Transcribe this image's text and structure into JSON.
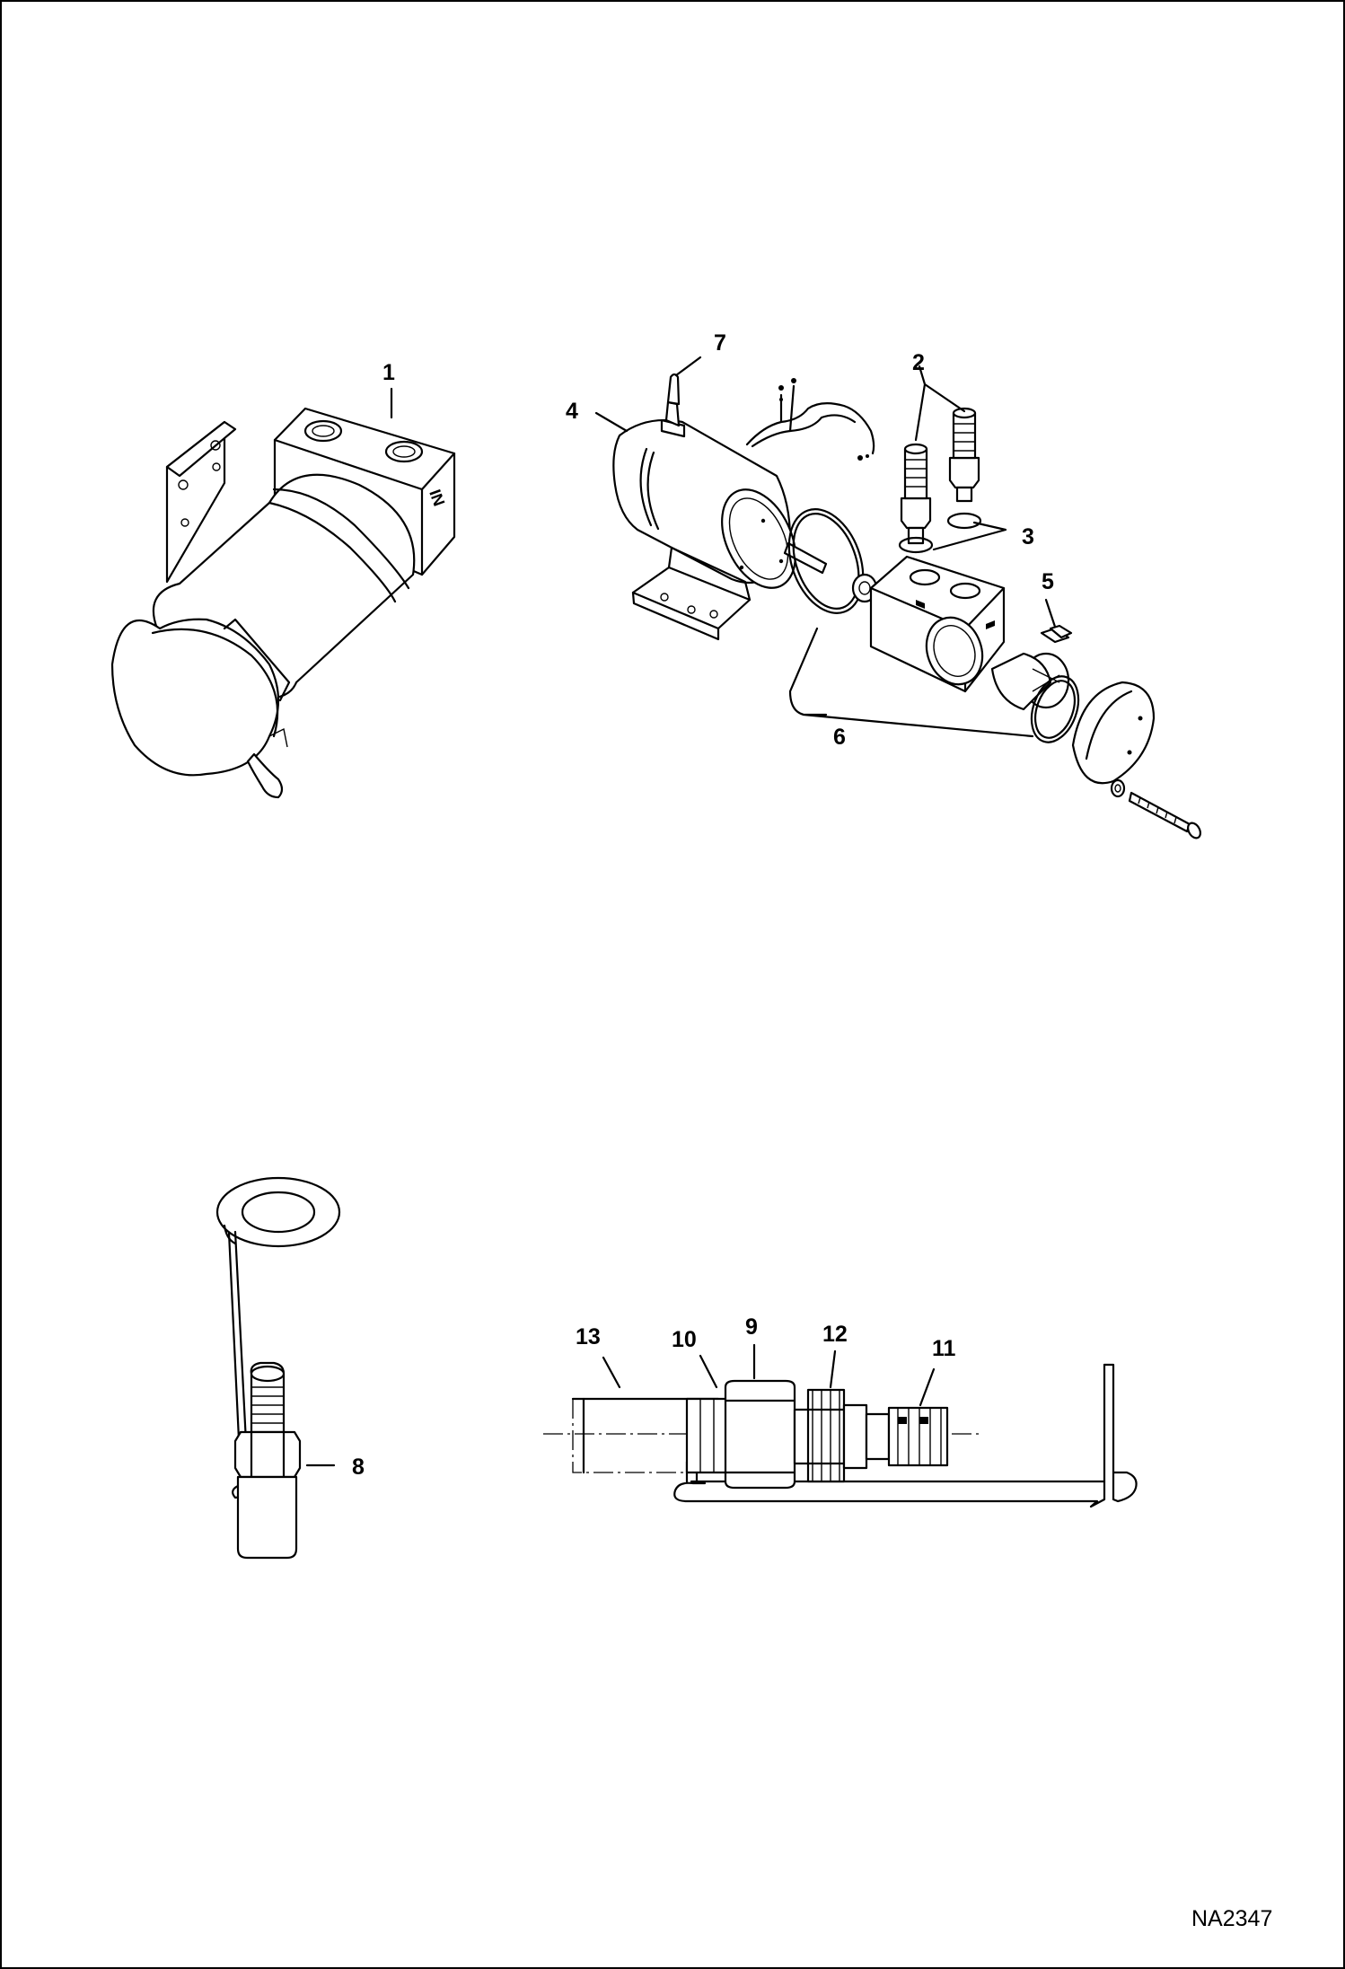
{
  "callouts": {
    "c1": "1",
    "c2": "2",
    "c3": "3",
    "c4": "4",
    "c5": "5",
    "c6": "6",
    "c7": "7",
    "c8": "8",
    "c9": "9",
    "c10": "10",
    "c11": "11",
    "c12": "12",
    "c13": "13"
  },
  "marking_in": "IN",
  "figure_id": "NA2347",
  "colors": {
    "line": "#000000",
    "background": "#ffffff"
  }
}
